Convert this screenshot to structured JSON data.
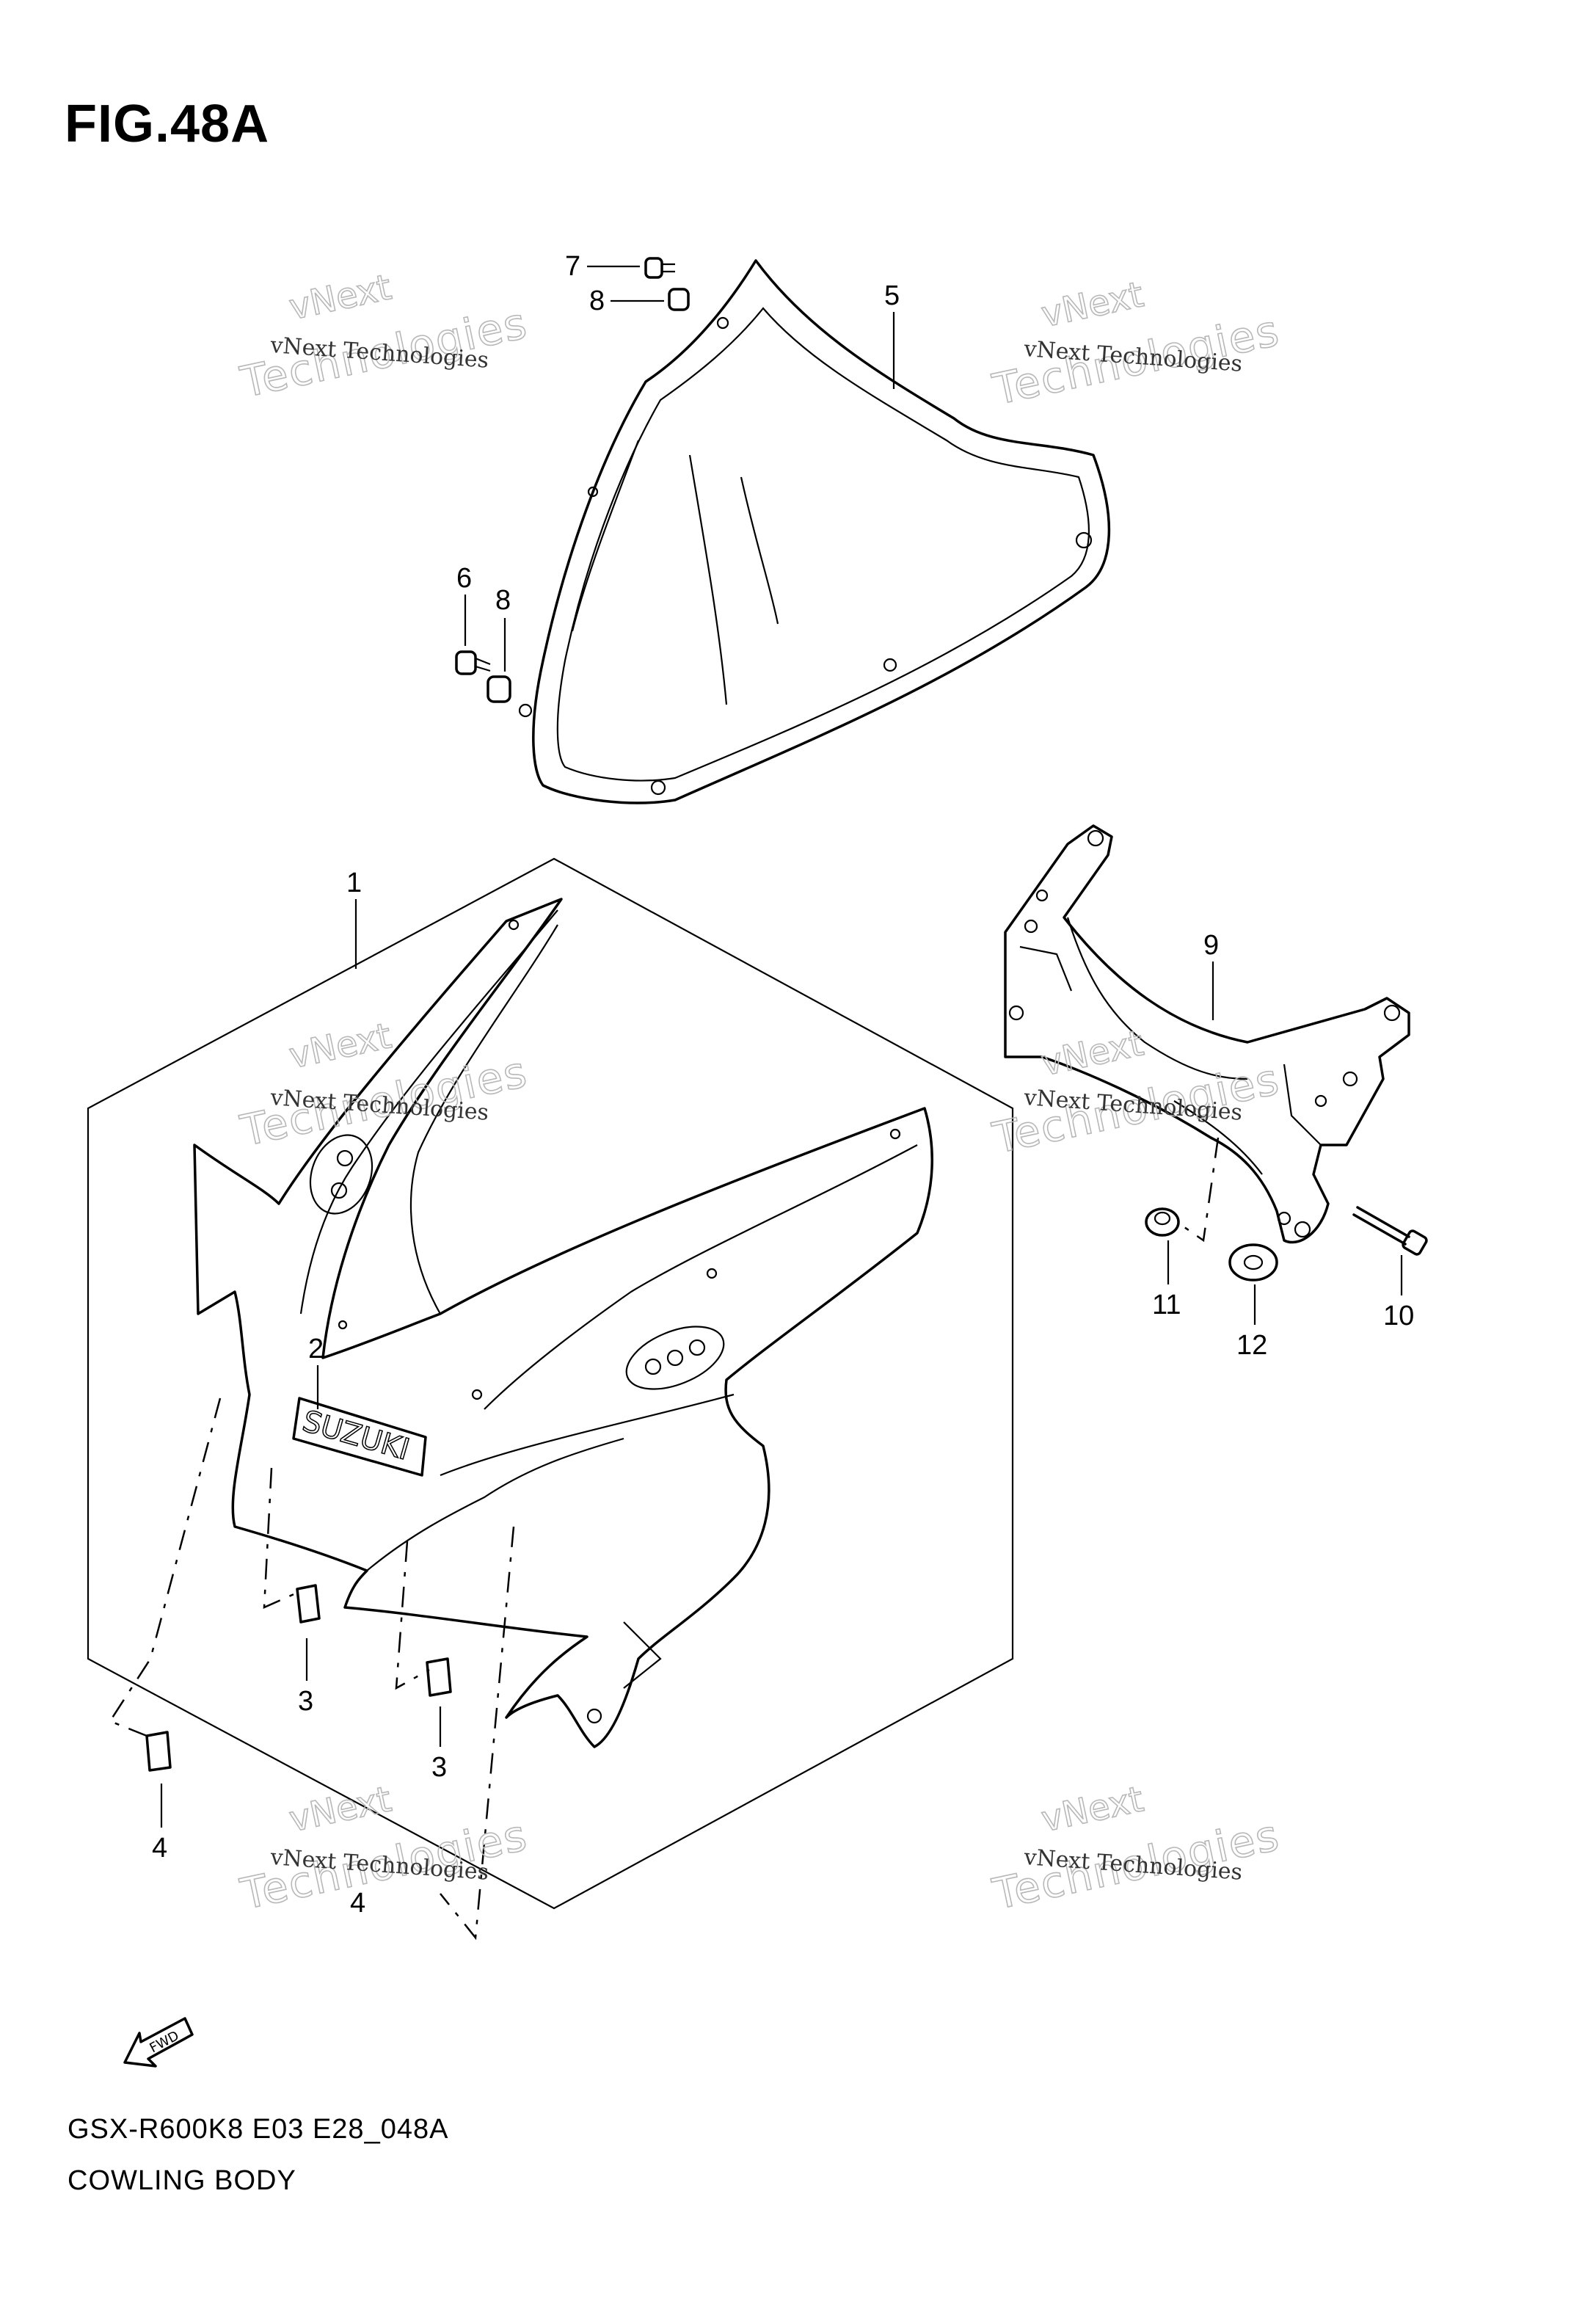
{
  "figure_title": "FIG.48A",
  "footer": {
    "model_code": "GSX-R600K8 E03 E28_048A",
    "section_name": "COWLING BODY"
  },
  "logo_text": "SUZUKI",
  "fwd_text": "FWD",
  "watermark": {
    "line0": "vNext",
    "line1": "vNext Technologies",
    "line2": "Technologies"
  },
  "part_labels": [
    "1",
    "2",
    "3",
    "3",
    "4",
    "4",
    "5",
    "6",
    "7",
    "8",
    "8",
    "9",
    "10",
    "11",
    "12"
  ]
}
